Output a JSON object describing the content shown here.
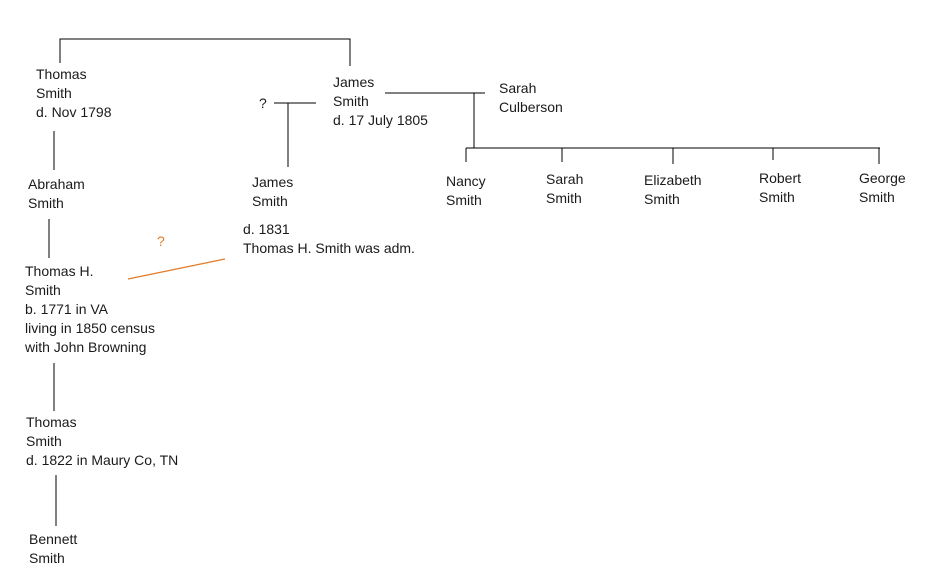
{
  "colors": {
    "text": "#1a1a1a",
    "line": "#000000",
    "uncertain": "#e07b2a"
  },
  "people": {
    "thomas_sr": {
      "first": "Thomas",
      "last": "Smith",
      "note": "d. Nov 1798"
    },
    "james_sr": {
      "first": "James",
      "last": "Smith",
      "note": "d. 17 July 1805"
    },
    "sarah_culberson": {
      "first": "Sarah",
      "last": "Culberson"
    },
    "abraham": {
      "first": "Abraham",
      "last": "Smith"
    },
    "james_jr": {
      "first": "James",
      "last": "Smith",
      "note1": "d. 1831",
      "note2": "Thomas H. Smith was adm."
    },
    "nancy": {
      "first": "Nancy",
      "last": "Smith"
    },
    "sarah": {
      "first": "Sarah",
      "last": "Smith"
    },
    "elizabeth": {
      "first": "Elizabeth",
      "last": "Smith"
    },
    "robert": {
      "first": "Robert",
      "last": "Smith"
    },
    "george": {
      "first": "George",
      "last": "Smith"
    },
    "thomas_h": {
      "first": "Thomas H.",
      "last": "Smith",
      "note1": "b. 1771 in VA",
      "note2": "living in 1850 census",
      "note3": "with John Browning"
    },
    "thomas_jr": {
      "first": "Thomas",
      "last": "Smith",
      "note": "d. 1822 in Maury Co, TN"
    },
    "bennett": {
      "first": "Bennett",
      "last": "Smith"
    }
  },
  "unknown_parent_mark": "?",
  "uncertain_link_mark": "?"
}
